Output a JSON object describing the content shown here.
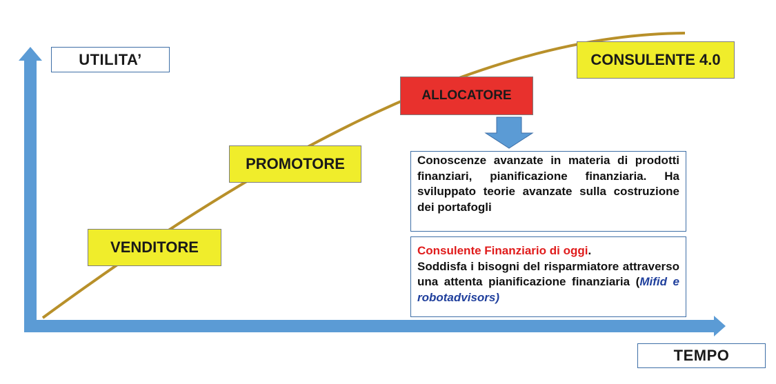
{
  "axes": {
    "y_label": "UTILITA’",
    "x_label": "TEMPO"
  },
  "stages": [
    {
      "label": "VENDITORE"
    },
    {
      "label": "PROMOTORE"
    },
    {
      "label": "ALLOCATORE"
    },
    {
      "label": "CONSULENTE 4.0"
    }
  ],
  "descriptions": {
    "allocatore": "Conoscenze avanzate in materia di prodotti finanziari, pianificazione finanziaria. Ha sviluppato teorie avanzate sulla costruzione dei portafogli",
    "consulente": {
      "title": "Consulente Finanziario di oggi",
      "title_end": ".",
      "body": "Soddisfa i bisogni del risparmiatore attraverso una attenta pianificazione finanziaria (",
      "highlight": "Mifid e robotadvisors)"
    }
  },
  "colors": {
    "axis_arrow": "#5b9bd5",
    "curve": "#b8902a",
    "stage_yellow": "#f0ed2b",
    "stage_red": "#e8312d",
    "down_arrow": "#5b9bd5"
  }
}
